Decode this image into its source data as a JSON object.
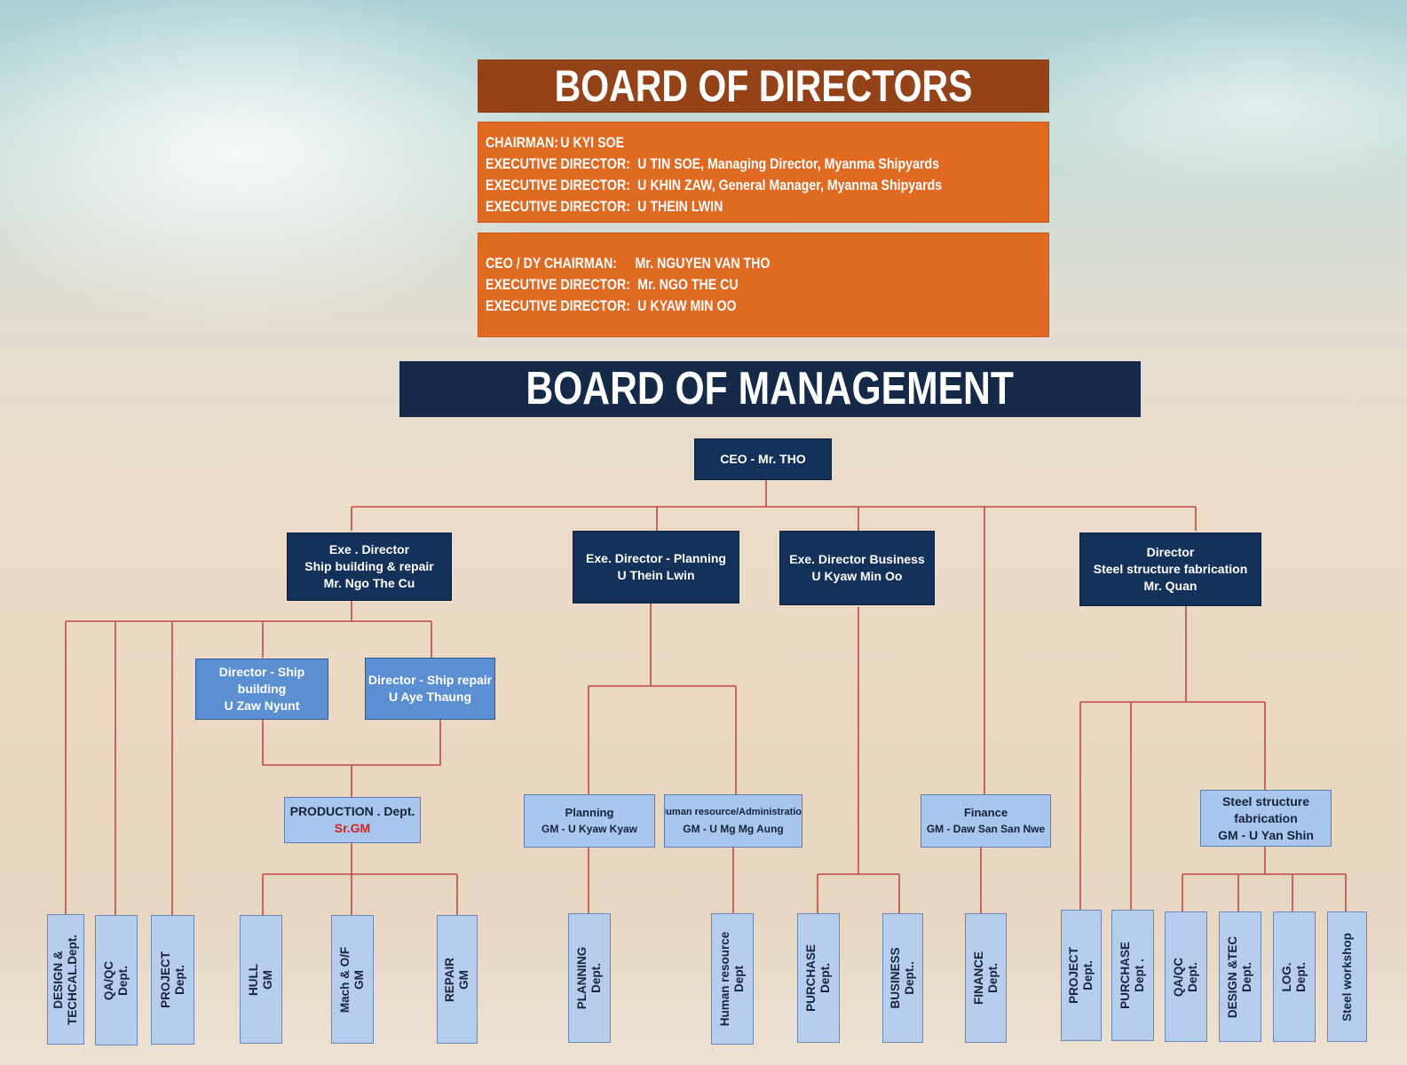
{
  "board_of_directors": {
    "title": "BOARD OF DIRECTORS",
    "box1": [
      {
        "label": "CHAIRMAN:",
        "value": "U KYI SOE"
      },
      {
        "label": "EXECUTIVE DIRECTOR:",
        "value": "U TIN SOE, Managing Director, Myanma Shipyards"
      },
      {
        "label": "EXECUTIVE DIRECTOR:",
        "value": "U KHIN ZAW, General Manager, Myanma Shipyards"
      },
      {
        "label": "EXECUTIVE DIRECTOR:",
        "value": "U THEIN LWIN"
      }
    ],
    "box2": [
      {
        "label": "CEO / DY CHAIRMAN:",
        "value": "Mr. NGUYEN VAN THO"
      },
      {
        "label": "EXECUTIVE DIRECTOR:",
        "value": "Mr. NGO THE CU"
      },
      {
        "label": "EXECUTIVE DIRECTOR:",
        "value": "U KYAW MIN OO"
      }
    ]
  },
  "board_of_management": {
    "title": "BOARD OF MANAGEMENT",
    "ceo": "CEO - Mr. THO",
    "directors": {
      "shipbuilding": [
        "Exe . Director",
        "Ship building & repair",
        "Mr. Ngo The Cu"
      ],
      "planning": [
        "Exe. Director - Planning",
        "U Thein Lwin"
      ],
      "business": [
        "Exe. Director Business",
        "U Kyaw Min Oo"
      ],
      "steel": [
        "Director",
        "Steel structure fabrication",
        "Mr. Quan"
      ]
    },
    "sub_directors": {
      "ship_building": [
        "Director  -  Ship",
        "building",
        "U Zaw Nyunt"
      ],
      "ship_repair": [
        "Director  - Ship repair",
        "U Aye Thaung"
      ]
    },
    "managers": {
      "production": {
        "line1": "PRODUCTION . Dept.",
        "line2": "Sr.GM"
      },
      "planning": [
        "Planning",
        "GM  -  U Kyaw Kyaw"
      ],
      "hr": [
        "Human resource/Administration",
        "GM  - U Mg Mg Aung"
      ],
      "finance": [
        "Finance",
        "GM  - Daw San San Nwe"
      ],
      "steel_fab": [
        "Steel structure",
        "fabrication",
        "GM - U Yan Shin"
      ]
    },
    "departments": {
      "design_tech": [
        "DESIGN &",
        "TECHCAL.Dept."
      ],
      "qaqc_1": [
        "QA/QC",
        "Dept."
      ],
      "project_1": [
        "PROJECT",
        "Dept."
      ],
      "hull": [
        "HULL",
        "GM"
      ],
      "mach": [
        "Mach & O/F",
        "GM"
      ],
      "repair": [
        "REPAIR",
        "GM"
      ],
      "planning": [
        "PLANNING",
        "Dept."
      ],
      "human_resource": [
        "Human resource",
        "Dept"
      ],
      "purchase_1": [
        "PURCHASE",
        "Dept."
      ],
      "business": [
        "BUSINESS",
        "Dept.."
      ],
      "finance": [
        "FINANCE",
        "Dept."
      ],
      "project_2": [
        "PROJECT",
        "Dept."
      ],
      "purchase_2": [
        "PURCHASE",
        "Dept ."
      ],
      "qaqc_2": [
        "QA/QC",
        "Dept."
      ],
      "design_tec": [
        "DESIGN &TEC",
        "Dept."
      ],
      "log": [
        "LOG.",
        "Dept."
      ],
      "steel_workshop": [
        "Steel workshop"
      ]
    }
  },
  "colors": {
    "bod_banner": "#944318",
    "board_box": "#e06a21",
    "bom_banner": "#142a48",
    "director_box": "#143259",
    "sub_director_box": "#5b8fd2",
    "manager_box": "#a9c6ee",
    "department_box": "#b6cdee",
    "connector": "#c1464f",
    "sr_gm_text": "#d41f1f"
  }
}
